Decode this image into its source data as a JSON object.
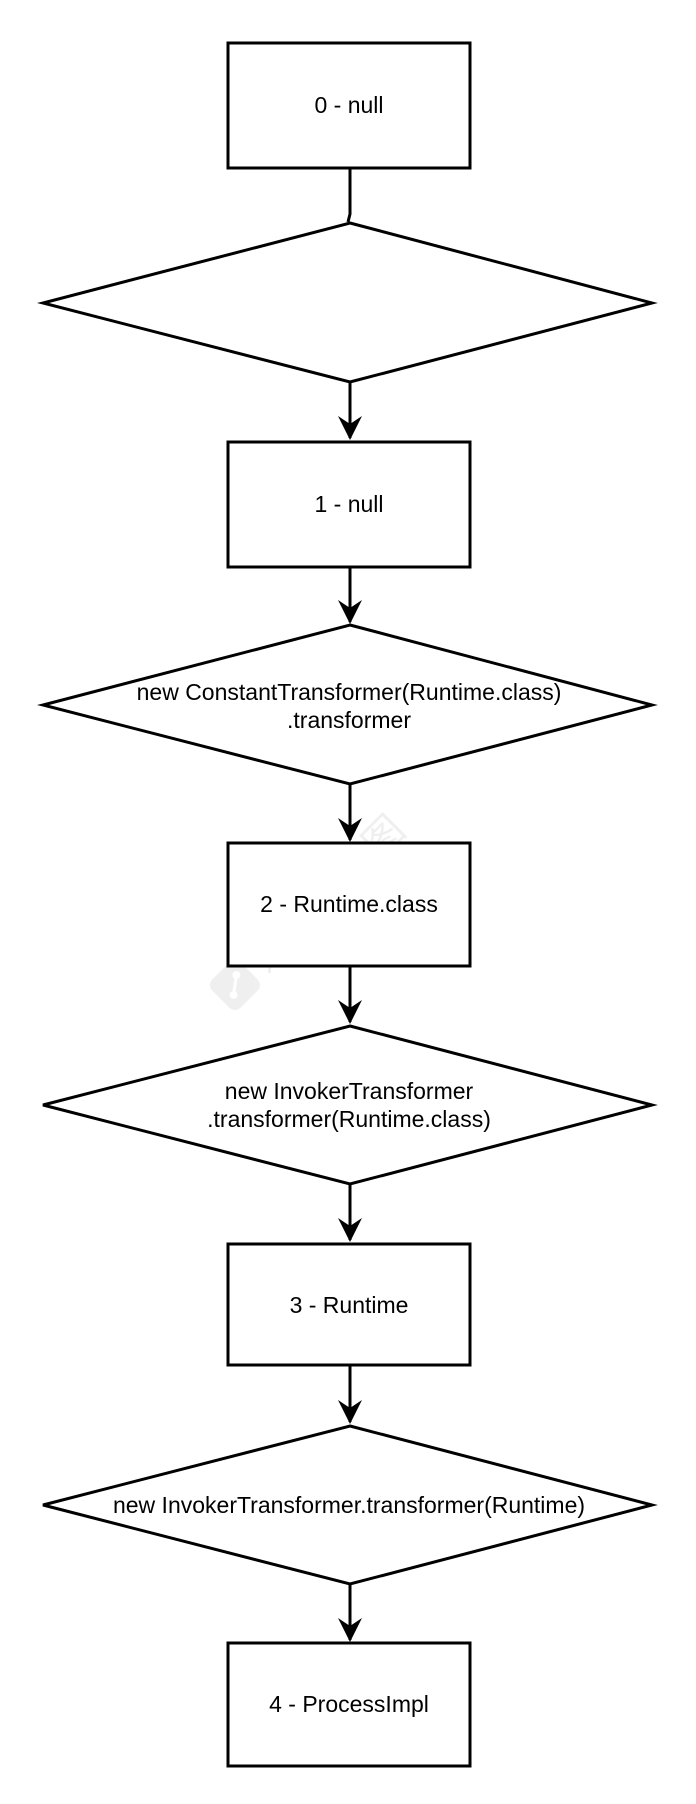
{
  "diagram": {
    "states": [
      "0 - null",
      "1 - null",
      "2 - Runtime.class",
      "3 - Runtime",
      "4 - ProcessImpl"
    ],
    "transitions": [
      [],
      [
        "new ConstantTransformer(Runtime.class)",
        ".transformer"
      ],
      [
        "new InvokerTransformer",
        ".transformer(Runtime.class)"
      ],
      [
        "new InvokerTransformer.transformer(Runtime)"
      ]
    ]
  },
  "watermark": {
    "text": "迅捷流程图"
  },
  "colors": {
    "stroke": "#000000",
    "fill": "#ffffff"
  }
}
